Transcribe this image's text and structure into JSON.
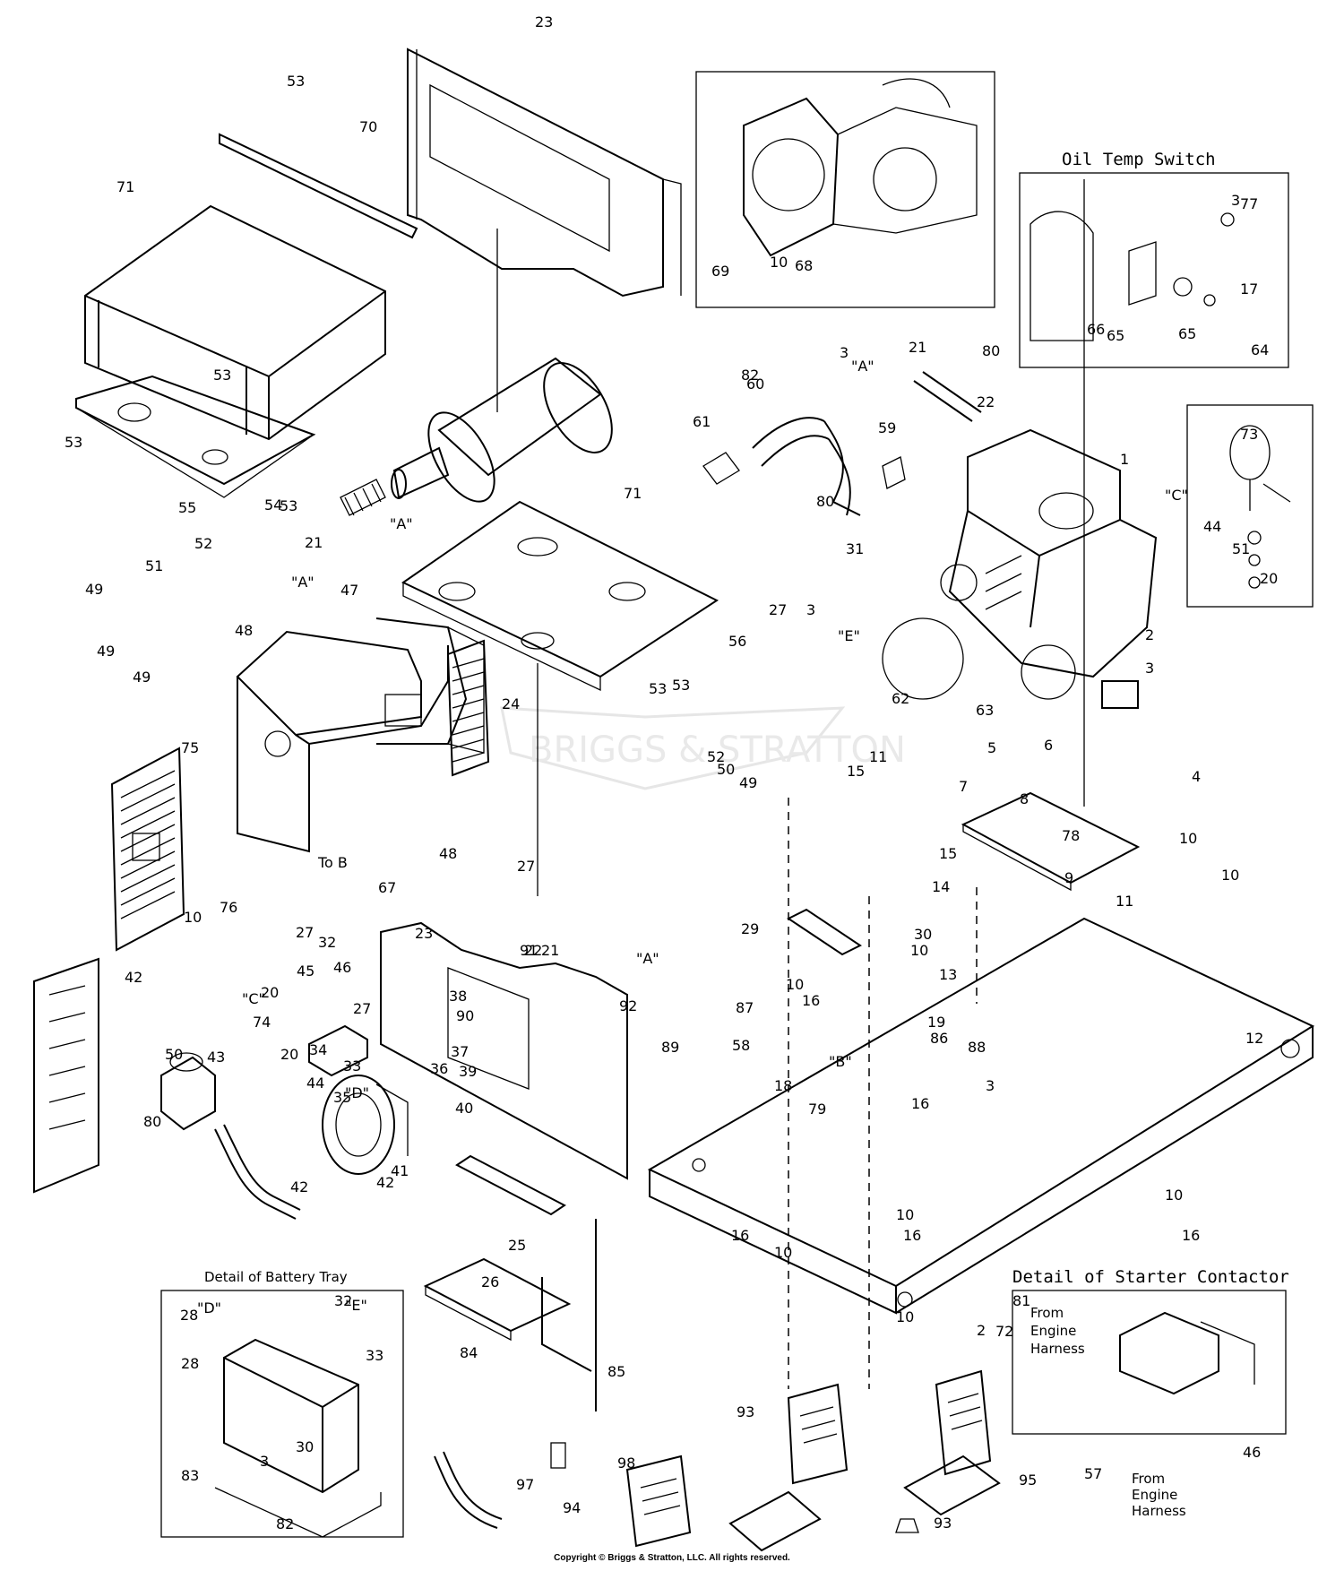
{
  "diagram": {
    "detail_titles": {
      "oil_temp_switch": "Oil Temp Switch",
      "battery_tray": "Detail of Battery Tray",
      "starter_contactor": "Detail of Starter Contactor"
    },
    "harness_notes": {
      "from_engine_harness_1": [
        "From",
        "Engine",
        "Harness"
      ],
      "from_engine_harness_2": [
        "From",
        "Engine",
        "Harness"
      ]
    },
    "connector_labels": {
      "a1": "\"A\"",
      "a2": "\"A\"",
      "a3": "\"A\"",
      "a4": "\"A\"",
      "b": "\"B\"",
      "c1": "\"C\"",
      "c2": "\"C\"",
      "d1": "\"D\"",
      "d2": "\"D\"",
      "e1": "\"E\"",
      "e2": "\"E\"",
      "to_b": "To B"
    },
    "watermark": "BRIGGS & STRATTON"
  },
  "callouts": [
    "1",
    "2",
    "2",
    "3",
    "3",
    "3",
    "3",
    "3",
    "3",
    "4",
    "5",
    "6",
    "7",
    "8",
    "9",
    "10",
    "10",
    "10",
    "10",
    "10",
    "10",
    "10",
    "10",
    "10",
    "10",
    "11",
    "11",
    "12",
    "13",
    "14",
    "15",
    "15",
    "16",
    "16",
    "16",
    "16",
    "16",
    "17",
    "18",
    "19",
    "20",
    "20",
    "20",
    "21",
    "21",
    "21",
    "22",
    "22",
    "23",
    "23",
    "24",
    "25",
    "26",
    "27",
    "27",
    "27",
    "27",
    "28",
    "28",
    "29",
    "30",
    "30",
    "31",
    "32",
    "32",
    "33",
    "33",
    "34",
    "35",
    "36",
    "37",
    "38",
    "39",
    "40",
    "41",
    "42",
    "42",
    "42",
    "43",
    "44",
    "44",
    "45",
    "46",
    "46",
    "47",
    "48",
    "48",
    "49",
    "49",
    "49",
    "49",
    "50",
    "50",
    "51",
    "51",
    "52",
    "52",
    "53",
    "53",
    "53",
    "53",
    "53",
    "53",
    "54",
    "55",
    "56",
    "57",
    "58",
    "59",
    "60",
    "61",
    "62",
    "63",
    "64",
    "65",
    "65",
    "66",
    "67",
    "68",
    "69",
    "70",
    "71",
    "71",
    "72",
    "73",
    "74",
    "75",
    "76",
    "77",
    "78",
    "79",
    "80",
    "80",
    "80",
    "81",
    "82",
    "82",
    "83",
    "84",
    "85",
    "86",
    "87",
    "88",
    "89",
    "90",
    "91",
    "92",
    "93",
    "93",
    "94",
    "95",
    "97",
    "98"
  ],
  "copyright": "Copyright © Briggs & Stratton, LLC. All rights reserved."
}
